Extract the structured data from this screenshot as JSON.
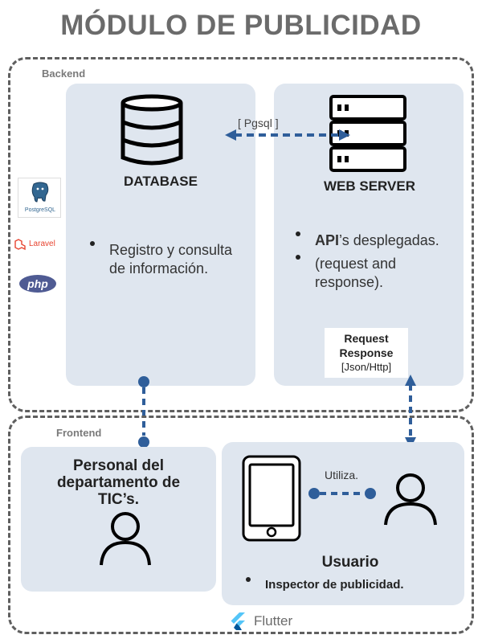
{
  "title": "MÓDULO DE PUBLICIDAD",
  "backend": {
    "label": "Backend",
    "database": {
      "label": "DATABASE",
      "bullet": "Registro y consulta de información."
    },
    "connection_label": "[ Pgsql ]",
    "web_server": {
      "label": "WEB SERVER",
      "bullets": [
        {
          "bold": "API",
          "text": "’s desplegadas."
        },
        {
          "bold": "",
          "text": "(request and response)."
        }
      ]
    },
    "tech_logos": [
      "PostgreSQL",
      "Laravel",
      "php"
    ]
  },
  "request_box": {
    "line1": "Request",
    "line2": "Response",
    "line3": "[Json/Http]"
  },
  "frontend": {
    "label": "Frontend",
    "personal": {
      "title": "Personal del departamento de TIC’s."
    },
    "usuario": {
      "connection_label": "Utiliza.",
      "title": "Usuario",
      "bullet": "Inspector de publicidad."
    },
    "footer_logo_text": "Flutter"
  },
  "colors": {
    "title": "#6b6b6b",
    "panel": "#dfe6ef",
    "connector": "#2f5e9a",
    "frame": "#5f5f5f",
    "flutter_light": "#54c5f8",
    "flutter_dark": "#01579b",
    "laravel": "#e74430",
    "php": "#4f5b93"
  }
}
